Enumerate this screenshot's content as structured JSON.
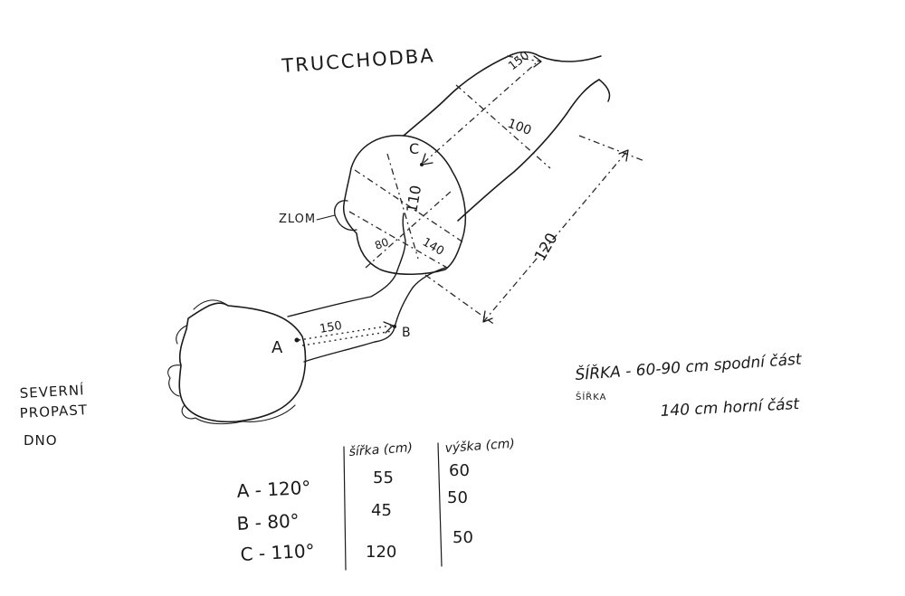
{
  "title": "TRUCCHODBA",
  "labels": {
    "zlom": "ZLOM",
    "a": "A",
    "b": "B",
    "c": "C",
    "north_line1": "SEVERNÍ",
    "north_line2": "PROPAST",
    "north_line3": "DNO"
  },
  "dimensions": {
    "d150_top": "150",
    "d100": "100",
    "d110": "110",
    "d140": "140",
    "d80": "80",
    "d120": "120",
    "d150_ab": "150"
  },
  "notes": {
    "line1": "ŠÍŘKA - 60-90 cm spodní část",
    "line2_label": "ŠÍŘKA",
    "line2_value": "140 cm horní část"
  },
  "table": {
    "headers": [
      "šířka (cm)",
      "výška (cm)"
    ],
    "rows": [
      {
        "point": "A - 120°",
        "width": "55",
        "height": "60"
      },
      {
        "point": "B - 80°",
        "width": "45",
        "height": "50"
      },
      {
        "point": "C - 110°",
        "width": "120",
        "height": "50"
      }
    ]
  }
}
